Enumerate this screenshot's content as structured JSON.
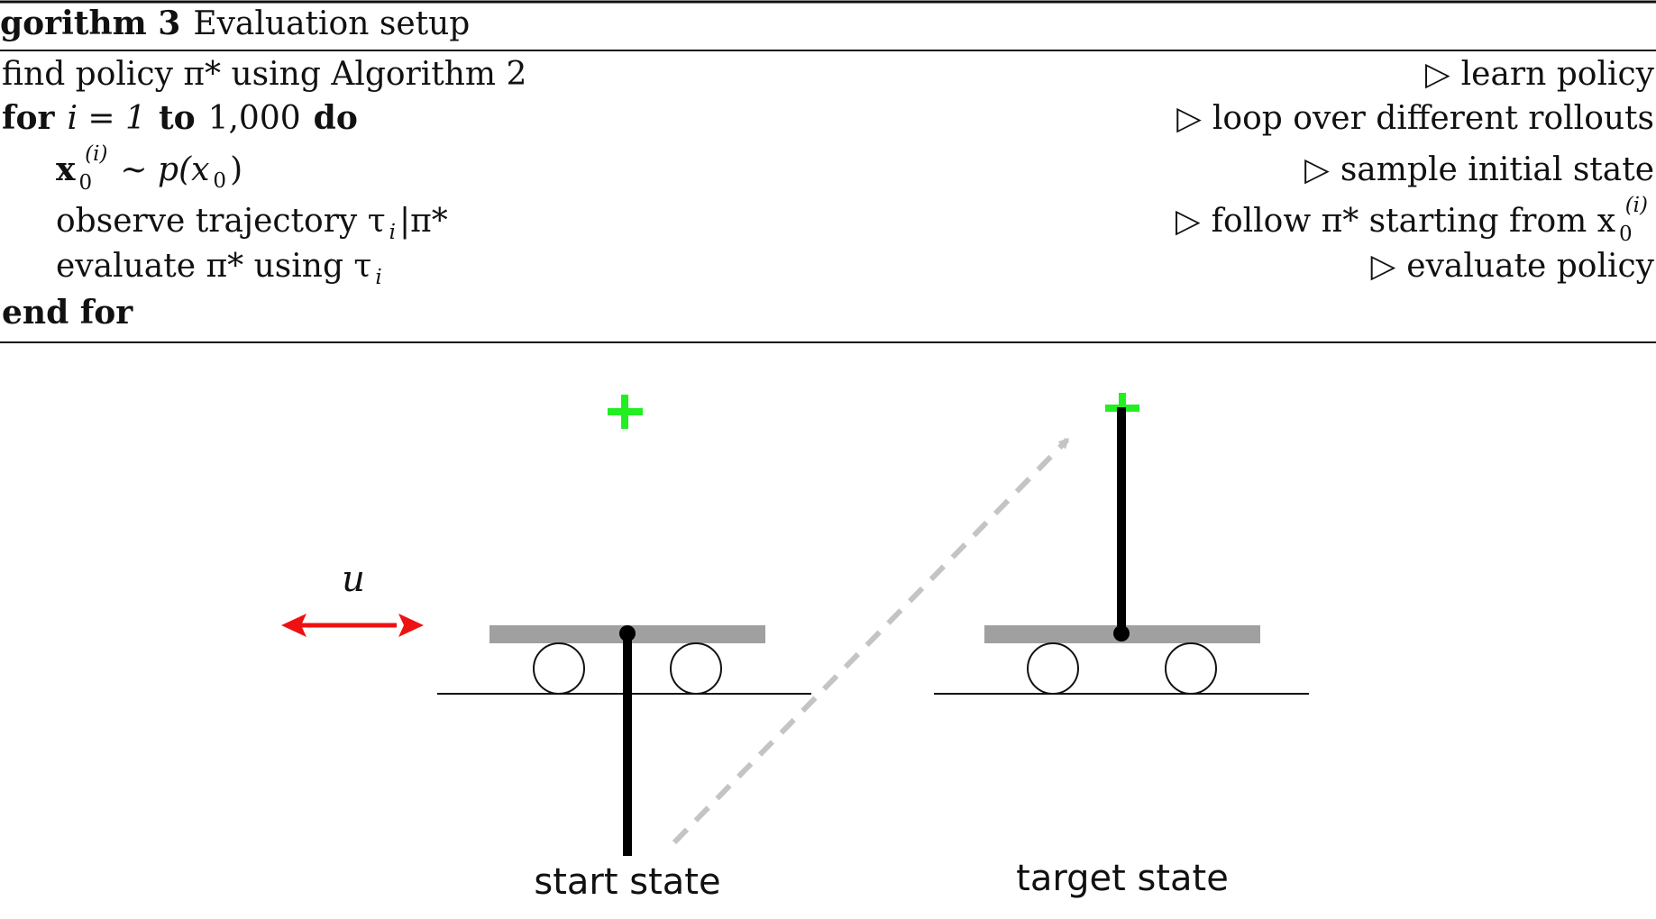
{
  "algorithm": {
    "header_bold": "gorithm 3",
    "header_text": "Evaluation setup",
    "lines": [
      {
        "text": "find policy π* using Algorithm 2",
        "comment": "learn policy"
      },
      {
        "kw_for": "for",
        "mid": "i = 1",
        "kw_to": "to",
        "range": "1,000",
        "kw_do": "do",
        "comment": "loop over different rollouts"
      },
      {
        "x0": "x",
        "x0_sub": "0",
        "x0_sup": "(i)",
        "rest": "∼ p(x",
        "rest_sub": "0",
        "rest_end": ")",
        "comment": "sample initial state"
      },
      {
        "text": "observe trajectory τ",
        "sub": "i",
        "after": "|π*",
        "comment_pre": "follow π* starting from x",
        "comment_sub": "0",
        "comment_sup": "(i)"
      },
      {
        "text": "evaluate π* using τ",
        "sub": "i",
        "comment": "evaluate policy"
      },
      {
        "kw": "end for"
      }
    ],
    "comment_marker": "▷"
  },
  "figure": {
    "control_label": "u",
    "start_label": "start state",
    "target_label": "target state",
    "colors": {
      "target_marker": "#22ee22",
      "control_arrow": "#ee1111",
      "cart": "#a0a0a0",
      "transition_arrow": "#c4c4c4",
      "pendulum": "#000000"
    }
  }
}
